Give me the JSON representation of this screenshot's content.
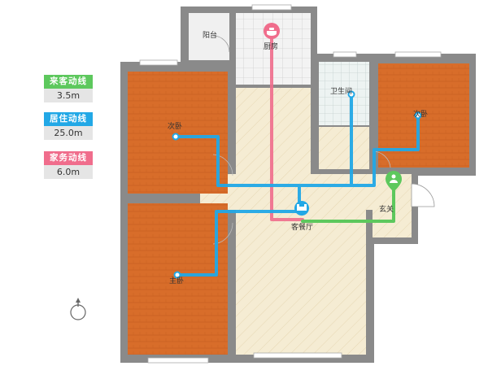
{
  "legend": [
    {
      "label": "来客动线",
      "value": "3.5m",
      "color": "#5dc85d"
    },
    {
      "label": "居住动线",
      "value": "25.0m",
      "color": "#22a8e6"
    },
    {
      "label": "家务动线",
      "value": "6.0m",
      "color": "#f06d8c"
    }
  ],
  "rooms": {
    "balcony": "阳台",
    "kitchen": "厨房",
    "bathroom": "卫生间",
    "bedroom_left": "次卧",
    "bedroom_right": "次卧",
    "master_bedroom": "主卧",
    "entrance": "玄关",
    "living_dining": "客餐厅"
  },
  "colors": {
    "wall": "#8a8a8a",
    "wood_floor": "#d86d2a",
    "tile_floor": "#f5ecd3",
    "visitor_line": "#5dc85d",
    "living_line": "#22a8e6",
    "housework_line": "#f06d8c"
  }
}
